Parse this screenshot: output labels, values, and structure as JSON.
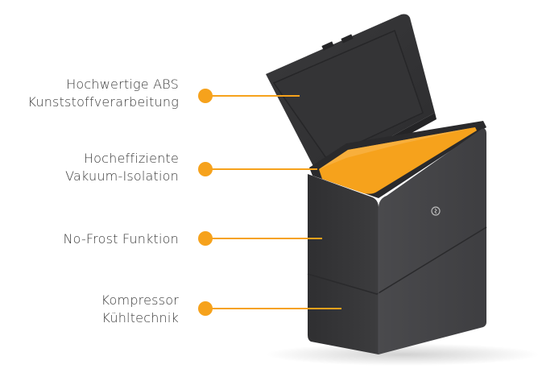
{
  "features": [
    {
      "line1": "Hochwertige ABS",
      "line2": "Kunststoffverarbeitung",
      "icon": "bullet-dot"
    },
    {
      "line1": "Hocheffiziente",
      "line2": "Vakuum-Isolation",
      "icon": "bullet-dot"
    },
    {
      "line1": "No-Frost Funktion",
      "line2": "",
      "icon": "bullet-dot"
    },
    {
      "line1": "Kompressor",
      "line2": "Kühltechnik",
      "icon": "bullet-dot"
    }
  ],
  "colors": {
    "accent": "#f6a21c",
    "body": "#3b3b3d",
    "interior": "#f6a21c",
    "text": "#3a3a3a"
  }
}
